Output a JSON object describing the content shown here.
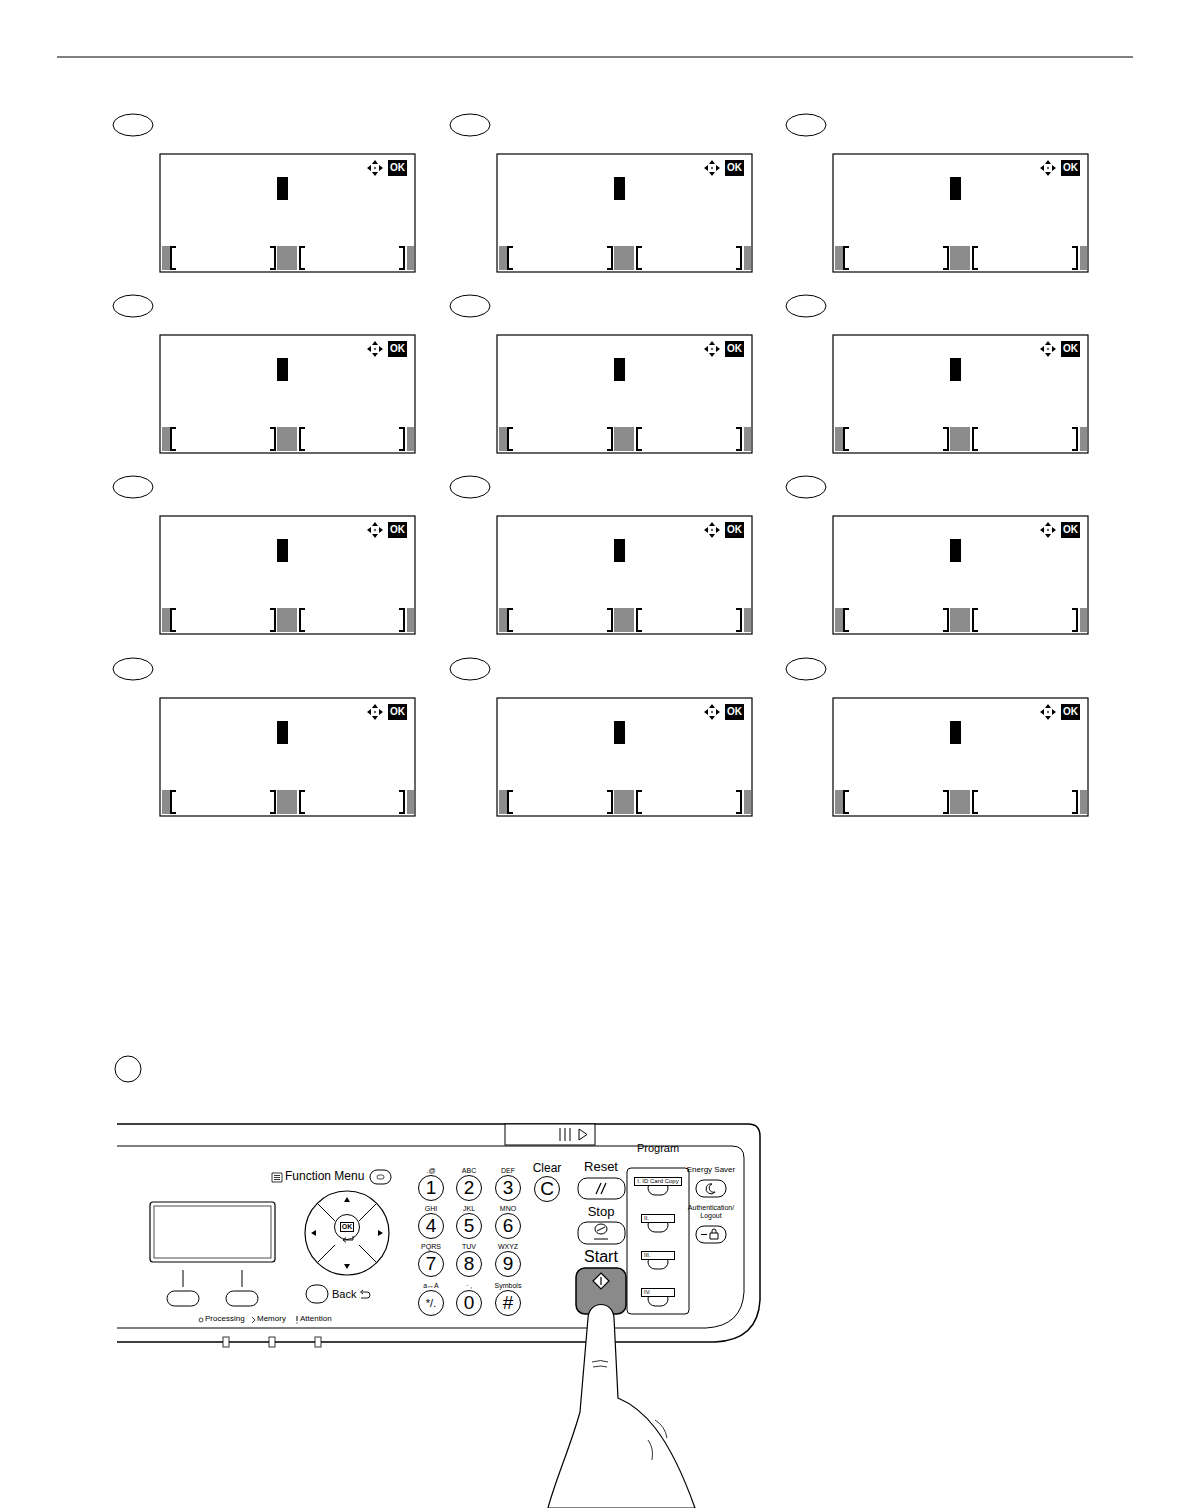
{
  "diagram": {
    "nodes": [
      {
        "text": [
          "OK"
        ]
      },
      {
        "text": [
          "OK"
        ]
      },
      {
        "text": [
          "OK"
        ]
      },
      {
        "text": [
          "OK"
        ]
      },
      {
        "text": [
          "OK"
        ]
      },
      {
        "text": [
          "OK"
        ]
      },
      {
        "text": [
          "OK"
        ]
      },
      {
        "text": [
          "OK"
        ]
      },
      {
        "text": [
          "OK"
        ]
      },
      {
        "text": [
          "OK"
        ]
      },
      {
        "text": [
          "OK"
        ]
      },
      {
        "text": [
          "OK"
        ]
      },
      {
        "text": [
          "OK"
        ]
      },
      {
        "text": [
          ".@",
          "1"
        ]
      },
      {
        "text": [
          "ABC",
          "2"
        ]
      },
      {
        "text": [
          "DEF",
          "3"
        ]
      },
      {
        "text": [
          "GHI",
          "4"
        ]
      },
      {
        "text": [
          "JKL",
          "5"
        ]
      },
      {
        "text": [
          "MNO",
          "6"
        ]
      },
      {
        "text": [
          "PQRS",
          "7"
        ]
      },
      {
        "text": [
          "TUV",
          "8"
        ]
      },
      {
        "text": [
          "WXYZ",
          "9"
        ]
      },
      {
        "text": [
          "a↔A",
          "*/."
        ]
      },
      {
        "text": [
          "· ,",
          "0"
        ]
      },
      {
        "text": [
          "Symbols",
          "#"
        ]
      },
      {
        "text": [
          "Clear",
          "C"
        ]
      },
      {
        "text": [
          "Program"
        ]
      },
      {
        "text": [
          "I. ID Card Copy"
        ],
        "in": 26
      },
      {
        "text": [
          "II."
        ],
        "in": 26
      },
      {
        "text": [
          "III."
        ],
        "in": 26
      },
      {
        "text": [
          "IV."
        ],
        "in": 26
      }
    ],
    "labels": [
      "Function Menu",
      "Reset",
      "Stop",
      "Start",
      "Energy Saver",
      "Authentication/ Logout",
      "Back",
      "Processing",
      "Memory",
      "Attention"
    ]
  }
}
